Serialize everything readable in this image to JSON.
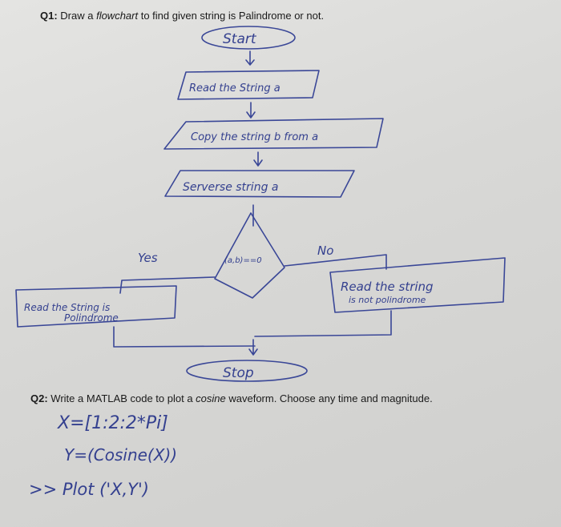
{
  "q1": {
    "label": "Q1:",
    "text_before": " Draw a ",
    "emphasis": "flowchart",
    "text_after": " to find given string is Palindrome or not."
  },
  "flowchart": {
    "start": "Start",
    "read": "Read the String a",
    "copy": "Copy the string b from a",
    "reverse": "Serverse string a",
    "decision": "(a,b)==0",
    "yes": "Yes",
    "no": "No",
    "yes_box_line1": "Read the String is",
    "yes_box_line2": "Polindrome",
    "no_box_line1": "Read the string",
    "no_box_line2": "is not polindrome",
    "stop": "Stop"
  },
  "q2": {
    "label": "Q2:",
    "text_before": " Write a MATLAB code to plot a ",
    "emphasis": "cosine",
    "text_after": " waveform. Choose any time and magnitude."
  },
  "answer": {
    "line1": "X=[1:2:2*Pi]",
    "line2": "Y=(Cosine(X))",
    "line3": ">> Plot ('X,Y')"
  },
  "colors": {
    "ink": "#34408f",
    "paper": "#dcdcda"
  }
}
